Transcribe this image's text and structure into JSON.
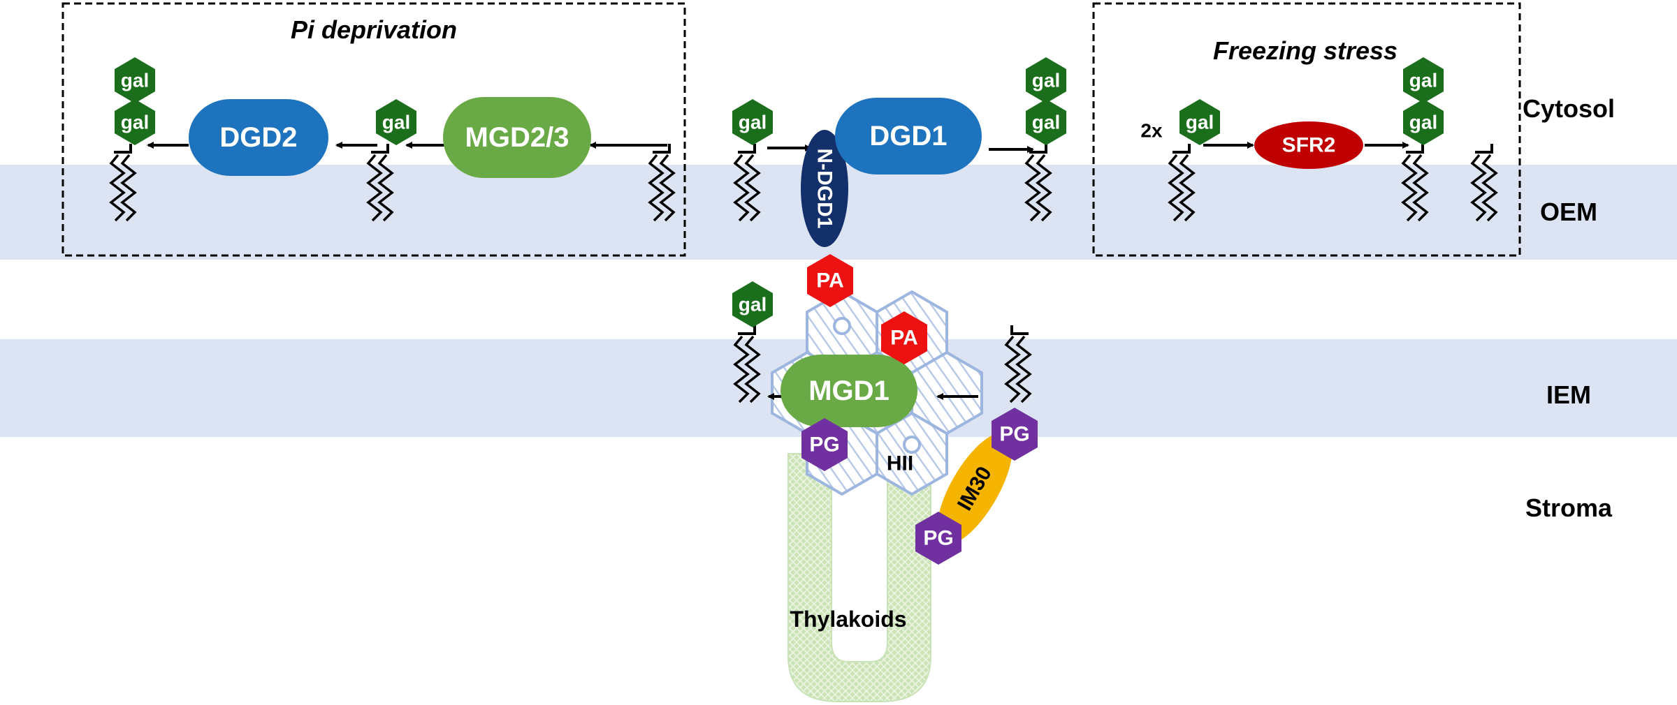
{
  "boxes": {
    "pi": "Pi deprivation",
    "freezing": "Freezing stress"
  },
  "compartments": {
    "cytosol": "Cytosol",
    "oem": "OEM",
    "iem": "IEM",
    "stroma": "Stroma"
  },
  "enzymes": {
    "dgd2": "DGD2",
    "mgd23": "MGD2/3",
    "dgd1": "DGD1",
    "ndgd1": "N-DGD1",
    "sfr2": "SFR2",
    "mgd1": "MGD1",
    "im30": "IM30"
  },
  "lipids": {
    "gal": "gal",
    "pa": "PA",
    "pg": "PG",
    "hii": "HII",
    "two_x": "2x"
  },
  "structures": {
    "thylakoids": "Thylakoids"
  },
  "colors": {
    "membrane": "#dce4f3",
    "gal": "#1b6e1b",
    "dgd_blue": "#1e73be",
    "ndgd1": "#14306a",
    "mgd_green": "#6aaa46",
    "sfr2": "#c00000",
    "pa": "#ee1111",
    "pg": "#7030a0",
    "im30": "#f5b400",
    "hii_stroke": "#9db6e0",
    "thylakoid": "#b6d7a0"
  }
}
